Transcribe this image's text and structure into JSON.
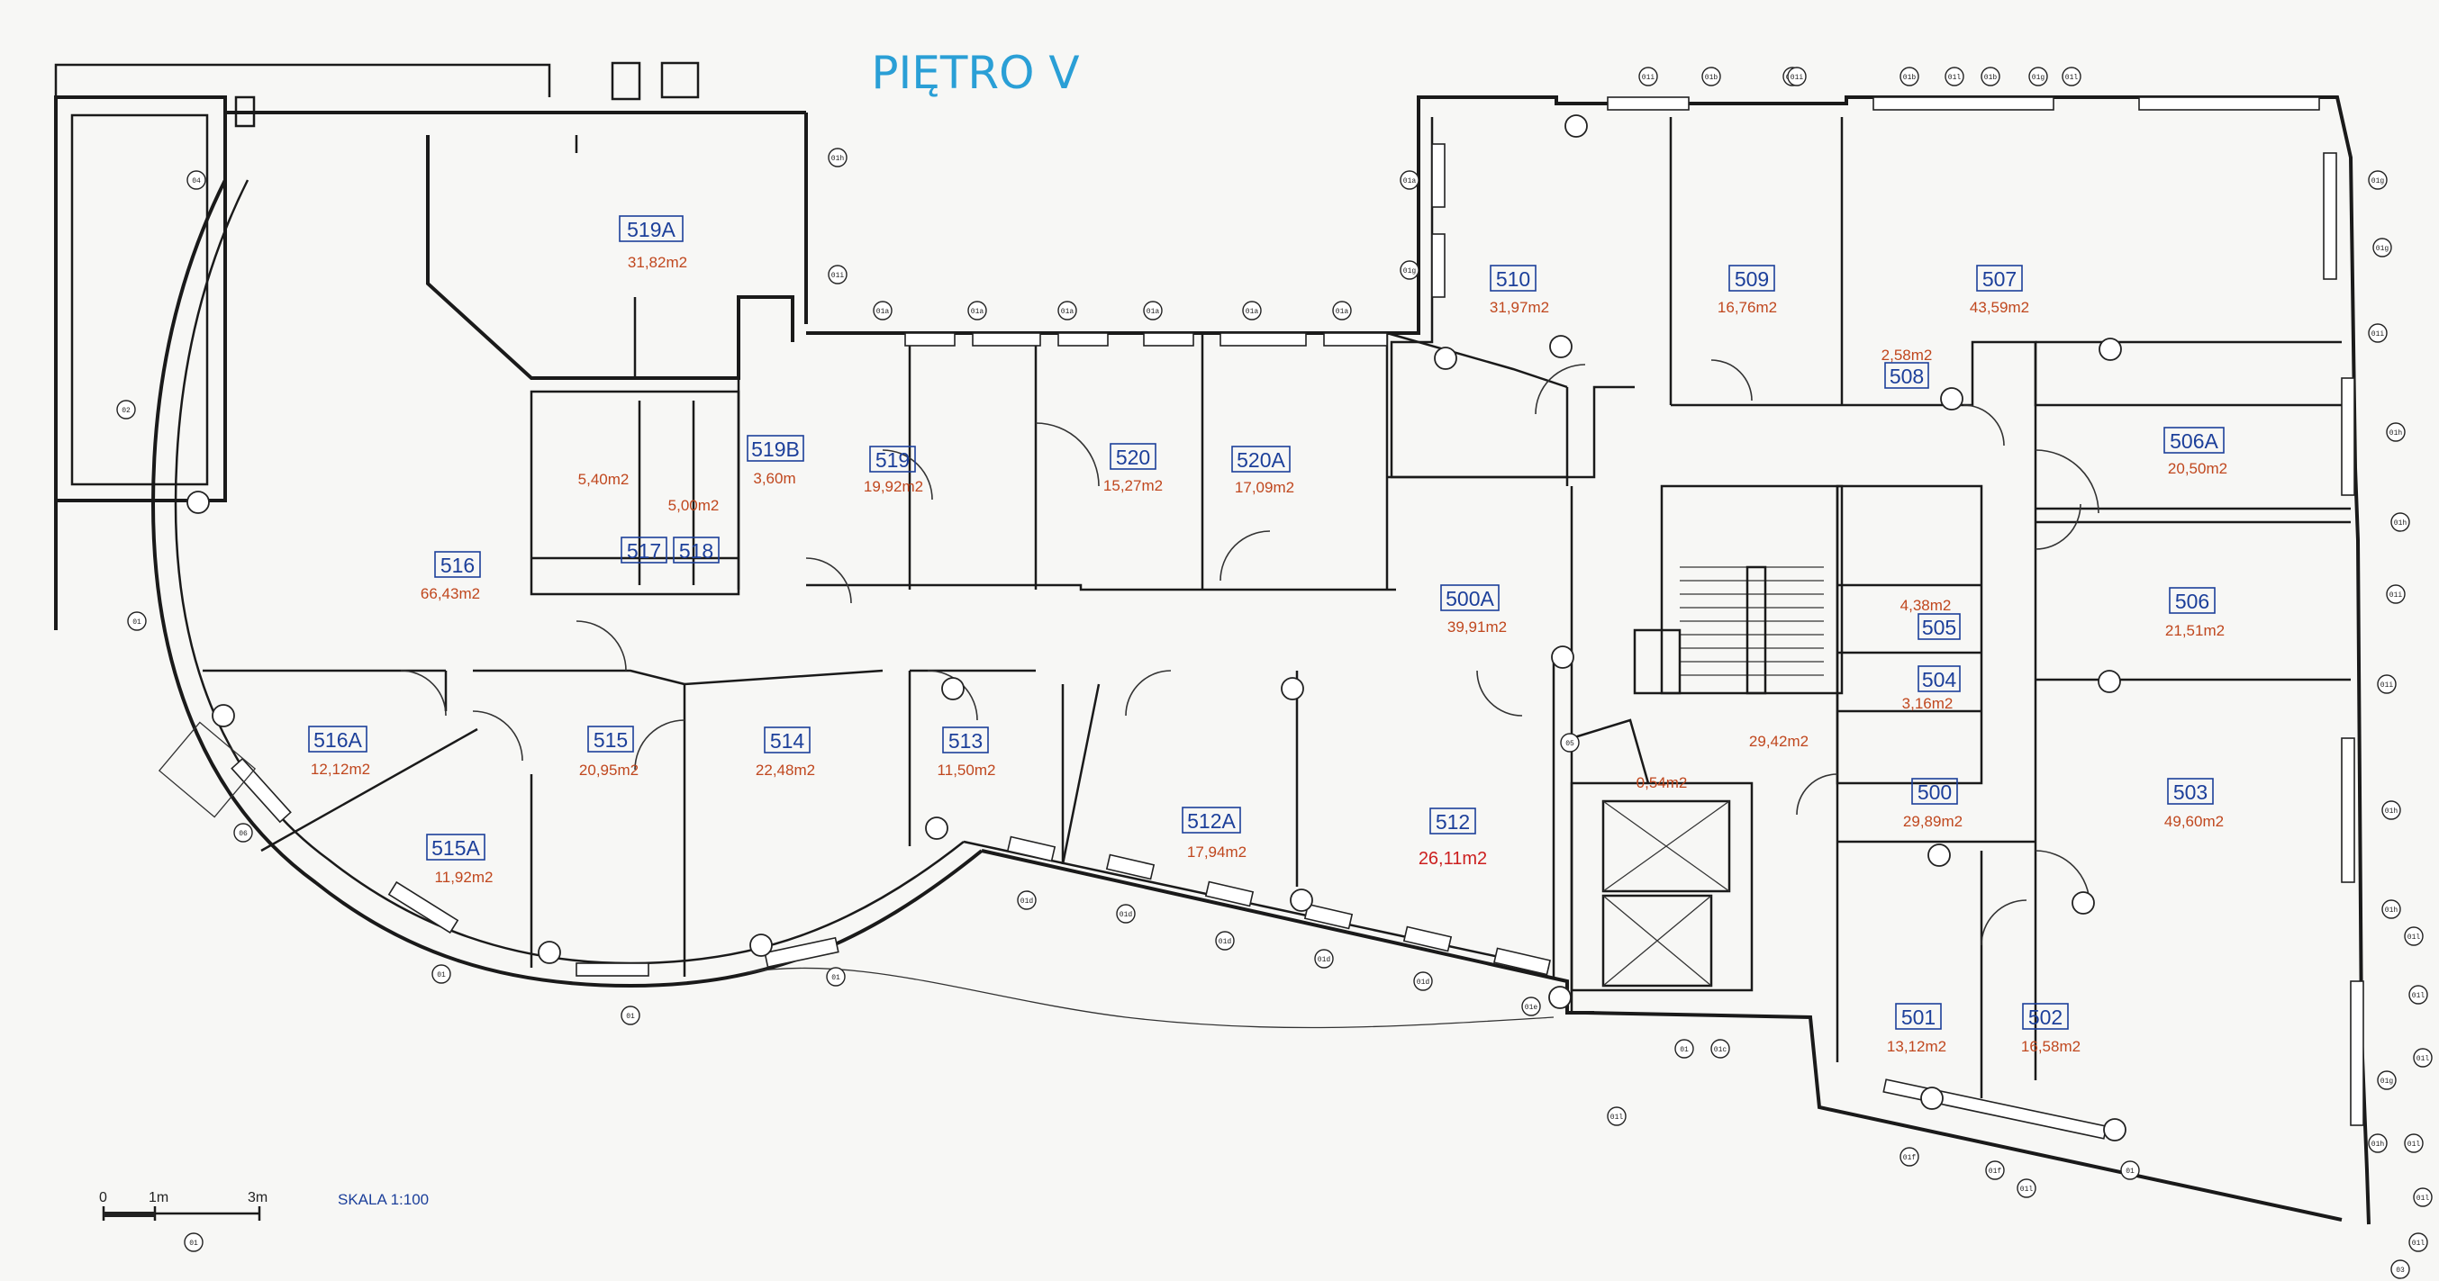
{
  "title": "PIĘTRO V",
  "scale": {
    "label": "SKALA 1:100",
    "ticks": [
      "0",
      "1m",
      "3m"
    ]
  },
  "rooms": [
    {
      "no": "519A",
      "area": "31,82m2"
    },
    {
      "no": "510",
      "area": "31,97m2"
    },
    {
      "no": "509",
      "area": "16,76m2"
    },
    {
      "no": "507",
      "area": "43,59m2"
    },
    {
      "no": "508",
      "area": "2,58m2"
    },
    {
      "no": "519B",
      "area": "3,60m"
    },
    {
      "no": "519",
      "area": "19,92m2"
    },
    {
      "no": "520",
      "area": "15,27m2"
    },
    {
      "no": "520A",
      "area": "17,09m2"
    },
    {
      "no": "506A",
      "area": "20,50m2"
    },
    {
      "no": "517",
      "area": "5,40m2"
    },
    {
      "no": "518",
      "area": "5,00m2"
    },
    {
      "no": "516",
      "area": "66,43m2"
    },
    {
      "no": "500A",
      "area": "39,91m2"
    },
    {
      "no": "506",
      "area": "21,51m2"
    },
    {
      "no": "505",
      "area": "4,38m2"
    },
    {
      "no": "504",
      "area": "3,16m2"
    },
    {
      "no": "516A",
      "area": "12,12m2"
    },
    {
      "no": "515",
      "area": "20,95m2"
    },
    {
      "no": "514",
      "area": "22,48m2"
    },
    {
      "no": "513",
      "area": "11,50m2"
    },
    {
      "no": "500",
      "area": "29,89m2"
    },
    {
      "no": "503",
      "area": "49,60m2"
    },
    {
      "no": "512A",
      "area": "17,94m2"
    },
    {
      "no": "512",
      "area": "26,11m2"
    },
    {
      "no": "515A",
      "area": "11,92m2"
    },
    {
      "no": "501",
      "area": "13,12m2"
    },
    {
      "no": "502",
      "area": "16,58m2"
    }
  ],
  "unnumbered_areas": [
    "29,42m2",
    "0,54m2"
  ],
  "window_tags": [
    "01",
    "01",
    "01",
    "01",
    "01",
    "01",
    "01",
    "02",
    "04",
    "06",
    "01a",
    "01a",
    "01a",
    "01a",
    "01a",
    "01a",
    "01a",
    "01b",
    "01b",
    "01b",
    "01b",
    "01c",
    "01d",
    "01d",
    "01d",
    "01d",
    "01d",
    "01e",
    "01f",
    "01f",
    "01g",
    "01g",
    "01g",
    "01g",
    "01g",
    "01h",
    "01h",
    "01h",
    "01h",
    "01h",
    "01h",
    "01i",
    "01i",
    "01i",
    "01i",
    "01i",
    "01i",
    "01l",
    "01l",
    "01l",
    "01l",
    "01l",
    "01l",
    "01l",
    "01l",
    "01l",
    "01l",
    "05",
    "03"
  ],
  "colors": {
    "title": "#2a9fd6",
    "room_number": "#1c3f9a",
    "room_area": "#c0471e",
    "walls": "#1a1a1a"
  }
}
